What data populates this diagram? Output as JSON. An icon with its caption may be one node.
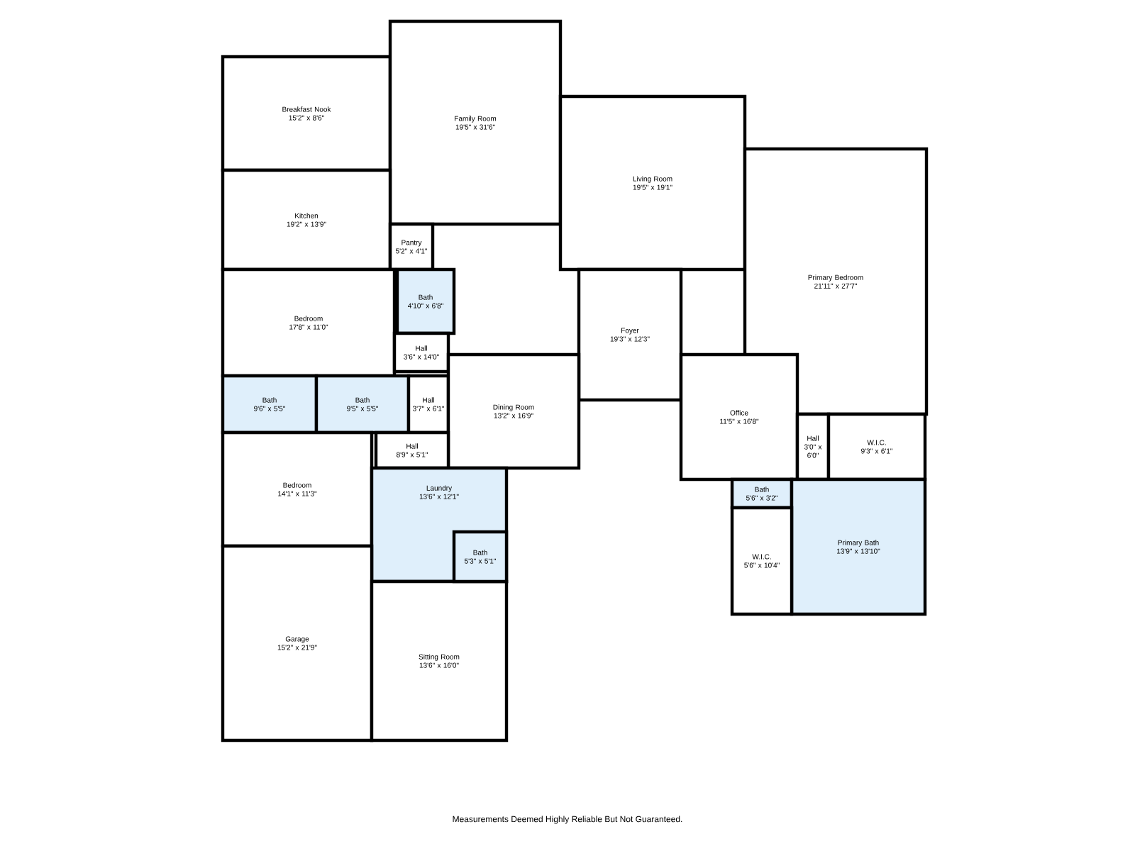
{
  "diagram": {
    "nodes": [
      {
        "text": [
          "Breakfast Nook",
          "15'2\" x 8'6\""
        ]
      },
      {
        "text": [
          "Family Room",
          "19'5\" x 31'6\""
        ]
      },
      {
        "text": [
          "Kitchen",
          "19'2\" x 13'9\""
        ]
      },
      {
        "text": [
          "Pantry",
          "5'2\" x 4'1\""
        ]
      },
      {
        "text": [
          "Bath",
          "4'10\" x 6'8\""
        ]
      },
      {
        "text": [
          "Living Room",
          "19'5\" x 19'1\""
        ]
      },
      {
        "text": [
          "Primary Bedroom",
          "21'11\" x 27'7\""
        ]
      },
      {
        "text": [
          "Bedroom",
          "17'8\" x 11'0\""
        ]
      },
      {
        "text": [
          "Hall",
          "3'6\" x 14'0\""
        ]
      },
      {
        "text": [
          "Foyer",
          "19'3\" x 12'3\""
        ]
      },
      {
        "text": [
          "Bath",
          "9'6\" x 5'5\""
        ]
      },
      {
        "text": [
          "Bath",
          "9'5\" x 5'5\""
        ]
      },
      {
        "text": [
          "Hall",
          "3'7\" x 6'1\""
        ]
      },
      {
        "text": [
          "Dining Room",
          "13'2\" x 16'9\""
        ]
      },
      {
        "text": [
          "Office",
          "11'5\" x 16'8\""
        ]
      },
      {
        "text": [
          "Hall",
          "8'9\" x 5'1\""
        ]
      },
      {
        "text": [
          "Hall",
          "3'0\" x 6'0\""
        ]
      },
      {
        "text": [
          "W.I.C.",
          "9'3\" x 6'1\""
        ]
      },
      {
        "text": [
          "Bedroom",
          "14'1\" x 11'3\""
        ]
      },
      {
        "text": [
          "Bath",
          "5'6\" x 3'2\""
        ]
      },
      {
        "text": [
          "Primary Bath",
          "13'9\" x 13'10\""
        ]
      },
      {
        "text": [
          "Laundry",
          "13'6\" x 12'1\""
        ]
      },
      {
        "text": [
          "W.I.C.",
          "5'6\" x 10'4\""
        ]
      },
      {
        "text": [
          "Bath",
          "5'3\" x 5'1\""
        ],
        "in": 21
      },
      {
        "text": [
          "Garage",
          "15'2\" x 21'9\""
        ]
      },
      {
        "text": [
          "Sitting Room",
          "13'6\" x 16'0\""
        ]
      }
    ],
    "labels": [
      "Measurements Deemed Highly Reliable But Not Guaranteed."
    ]
  }
}
